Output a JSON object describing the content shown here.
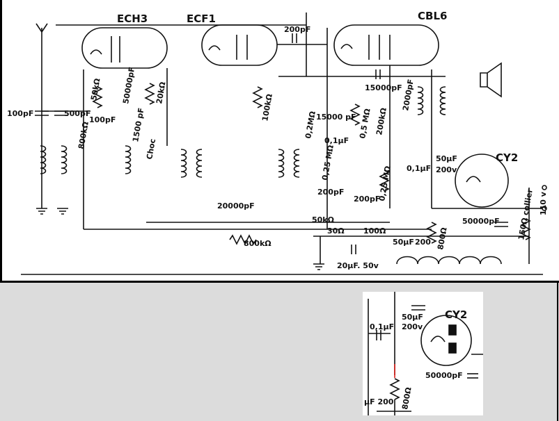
{
  "tubes": {
    "ech3": "ECH3",
    "ecf1": "ECF1",
    "cbl6": "CBL6",
    "cy2": "CY2"
  },
  "labels": {
    "c_antenna": "100pF",
    "c_500": "500pF",
    "c_100": "100pF",
    "r_800k_grid": "800kΩ",
    "r_50k": "50kΩ",
    "c_50000": "50000pF",
    "r_20k": "20kΩ",
    "c_1500": "1500 pF",
    "choc": "Choc",
    "c_200_top": "200pF",
    "r_100k": "100kΩ",
    "c_20000": "20000pF",
    "r_02m": "0,2MΩ",
    "c_15000": "15000 pF",
    "c_01_mid": "0,1μF",
    "r_025m": "0,25 MΩ",
    "c_200_mid": "200pF",
    "c_200_low": "200pF",
    "r_05m": "0,5 MΩ",
    "r_200k": "200kΩ",
    "c_15000_top": "15000pF",
    "c_2000": "2000pF",
    "r_025m_b": "0,25 MΩ",
    "c_01_right": "0,1μF",
    "c_50u": "50μF",
    "v_200": "200v",
    "r_50k_low": "50kΩ",
    "r_800k_bottom": "800kΩ",
    "r_30": "30Ω",
    "r_100": "100Ω",
    "c_50u_low": "50μF",
    "v_200_low": "200",
    "r_800": "800Ω",
    "c_20u": "20μF. 50v",
    "c_50000_right": "50000pF",
    "r_150_collier": "150Ω collier",
    "mains": "110 v"
  },
  "inset": {
    "cy2": "CY2",
    "c_01": "0,1μF",
    "c_50u": "50μF",
    "v_200": "200v",
    "c_50000": "50000pF",
    "r_800": "800Ω",
    "c_50u_low": "μF 200"
  },
  "colors": {
    "ink": "#111111",
    "paper": "#ffffff",
    "frame": "#dcdcdc",
    "highlight": "#e0201a"
  }
}
